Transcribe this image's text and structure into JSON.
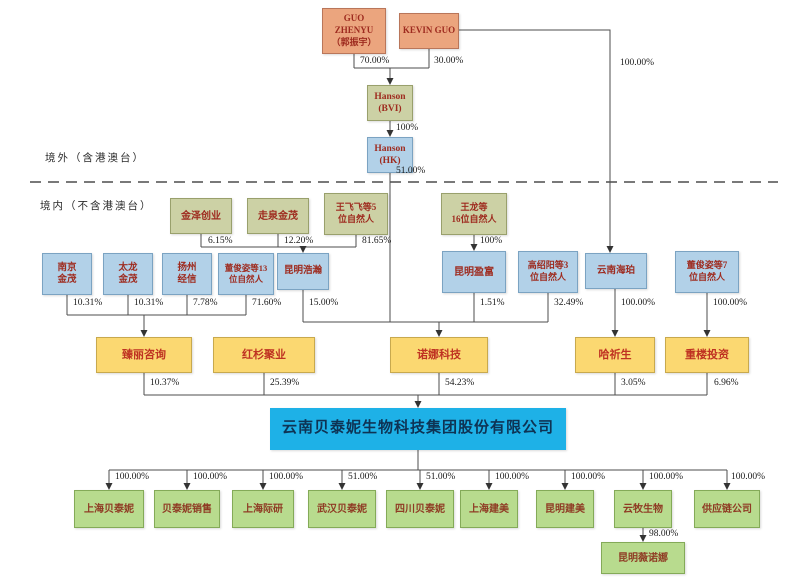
{
  "regions": {
    "offshore": "境外（含港澳台）",
    "onshore": "境内（不含港澳台）"
  },
  "colors": {
    "person_box": "#eba57e",
    "olive_box": "#ccd1a5",
    "blue_box": "#b2d1e8",
    "yellow_box": "#fbd871",
    "main_box": "#1eb1e7",
    "green_box": "#b8db8e",
    "box_text_red": "#9e2b1f",
    "line": "#4d4d4d"
  },
  "nodes": {
    "guo_zhenyu": {
      "label": "GUO\nZHENYU\n（郭振宇）"
    },
    "kevin_guo": {
      "label": "KEVIN GUO"
    },
    "hanson_bvi": {
      "label": "Hanson\n(BVI)"
    },
    "hanson_hk": {
      "label": "Hanson\n(HK)"
    },
    "jinze_chuangye": {
      "label": "金泽创业"
    },
    "zouquan_jinmao": {
      "label": "走泉金茂"
    },
    "wang_feifei_5": {
      "label": "王飞飞等5\n位自然人"
    },
    "wang_long_16": {
      "label": "王龙等\n16位自然人"
    },
    "nanjing_jinmao": {
      "label": "南京\n金茂"
    },
    "tailong_jinmao": {
      "label": "太龙\n金茂"
    },
    "yangzhou_jingxin": {
      "label": "扬州\n经信"
    },
    "dong_junzi_13": {
      "label": "董俊姿等13\n位自然人"
    },
    "kunming_haohan": {
      "label": "昆明浩瀚"
    },
    "kunming_yingfu": {
      "label": "昆明盈富"
    },
    "gao_shaoyang_3": {
      "label": "高绍阳等3\n位自然人"
    },
    "yunnan_haipo": {
      "label": "云南海珀"
    },
    "dong_junzi_7": {
      "label": "董俊姿等7\n位自然人"
    },
    "zhenli_zixun": {
      "label": "臻丽咨询"
    },
    "hongshan_juye": {
      "label": "红杉聚业"
    },
    "nuona_keji": {
      "label": "诺娜科技"
    },
    "haqisheng": {
      "label": "哈祈生"
    },
    "chonglou_touzi": {
      "label": "重楼投资"
    },
    "main_company": {
      "label": "云南贝泰妮生物科技集团股份有限公司"
    },
    "shanghai_betaini": {
      "label": "上海贝泰妮"
    },
    "betaini_sales": {
      "label": "贝泰妮销售"
    },
    "shanghai_jiyan": {
      "label": "上海际研"
    },
    "wuhan_betaini": {
      "label": "武汉贝泰妮"
    },
    "sichuan_betaini": {
      "label": "四川贝泰妮"
    },
    "shanghai_jianmei": {
      "label": "上海建美"
    },
    "kunming_jianmei": {
      "label": "昆明建美"
    },
    "yunmu_shengwu": {
      "label": "云牧生物"
    },
    "supply_chain": {
      "label": "供应链公司"
    },
    "kunming_winona": {
      "label": "昆明薇诺娜"
    }
  },
  "percentages": {
    "guo_zhenyu_to_bvi": "70.00%",
    "kevin_guo_to_bvi": "30.00%",
    "kevin_guo_to_haipo": "100.00%",
    "bvi_to_hk": "100%",
    "hk_to_nuona": "51.00%",
    "jinze_to_haohan": "6.15%",
    "zouquan_to_haohan": "12.20%",
    "wangfeifei_to_haohan": "81.65%",
    "wanglong_to_yingfu": "100%",
    "nanjing_to_zhenli": "10.31%",
    "tailong_to_zhenli": "10.31%",
    "yangzhou_to_zhenli": "7.78%",
    "dong13_to_zhenli": "71.60%",
    "haohan_to_nuona": "15.00%",
    "yingfu_to_nuona": "1.51%",
    "gaoshaoyang_to_nuona": "32.49%",
    "haipo_to_haqisheng": "100.00%",
    "dong7_to_chonglou": "100.00%",
    "zhenli_to_main": "10.37%",
    "hongshan_to_main": "25.39%",
    "nuona_to_main": "54.23%",
    "haqisheng_to_main": "3.05%",
    "chonglou_to_main": "6.96%",
    "main_to_shanghai_betaini": "100.00%",
    "main_to_betaini_sales": "100.00%",
    "main_to_shanghai_jiyan": "100.00%",
    "main_to_wuhan_betaini": "51.00%",
    "main_to_sichuan_betaini": "51.00%",
    "main_to_shanghai_jianmei": "100.00%",
    "main_to_kunming_jianmei": "100.00%",
    "main_to_yunmu": "100.00%",
    "main_to_supply_chain": "100.00%",
    "yunmu_to_winona": "98.00%"
  }
}
